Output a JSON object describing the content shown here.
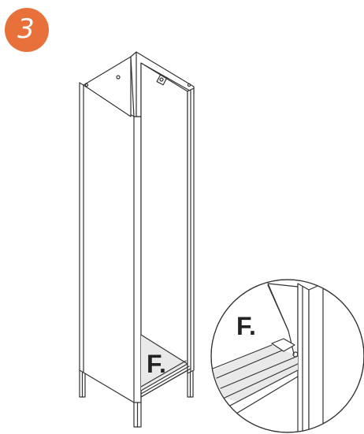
{
  "step": {
    "number": "3",
    "color": "#e8703a"
  },
  "panel_label": "F.",
  "zoom_label": "F.",
  "colors": {
    "line": "#333333",
    "fill": "#ffffff",
    "shadow": "#e9e9e9"
  }
}
